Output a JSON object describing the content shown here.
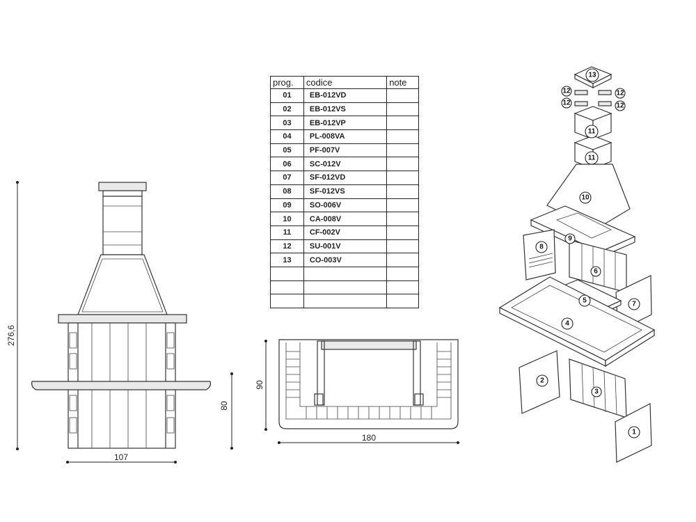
{
  "table": {
    "headers": [
      "prog.",
      "codice",
      "note"
    ],
    "rows": [
      {
        "prog": "01",
        "codice": "EB-012VD",
        "note": ""
      },
      {
        "prog": "02",
        "codice": "EB-012VS",
        "note": ""
      },
      {
        "prog": "03",
        "codice": "EB-012VP",
        "note": ""
      },
      {
        "prog": "04",
        "codice": "PL-008VA",
        "note": ""
      },
      {
        "prog": "05",
        "codice": "PF-007V",
        "note": ""
      },
      {
        "prog": "06",
        "codice": "SC-012V",
        "note": ""
      },
      {
        "prog": "07",
        "codice": "SF-012VD",
        "note": ""
      },
      {
        "prog": "08",
        "codice": "SF-012VS",
        "note": ""
      },
      {
        "prog": "09",
        "codice": "SO-006V",
        "note": ""
      },
      {
        "prog": "10",
        "codice": "CA-008V",
        "note": ""
      },
      {
        "prog": "11",
        "codice": "CF-002V",
        "note": ""
      },
      {
        "prog": "12",
        "codice": "SU-001V",
        "note": ""
      },
      {
        "prog": "13",
        "codice": "CO-003V",
        "note": ""
      },
      {
        "prog": "",
        "codice": "",
        "note": ""
      },
      {
        "prog": "",
        "codice": "",
        "note": ""
      },
      {
        "prog": "",
        "codice": "",
        "note": ""
      }
    ]
  },
  "dimensions": {
    "total_height": "276,6",
    "width_front": "107",
    "shelf_height": "80",
    "depth": "90",
    "width_plan": "180"
  },
  "part_labels": [
    "1",
    "2",
    "3",
    "4",
    "5",
    "6",
    "7",
    "8",
    "9",
    "10",
    "11",
    "11",
    "12",
    "12",
    "12",
    "12",
    "13"
  ]
}
